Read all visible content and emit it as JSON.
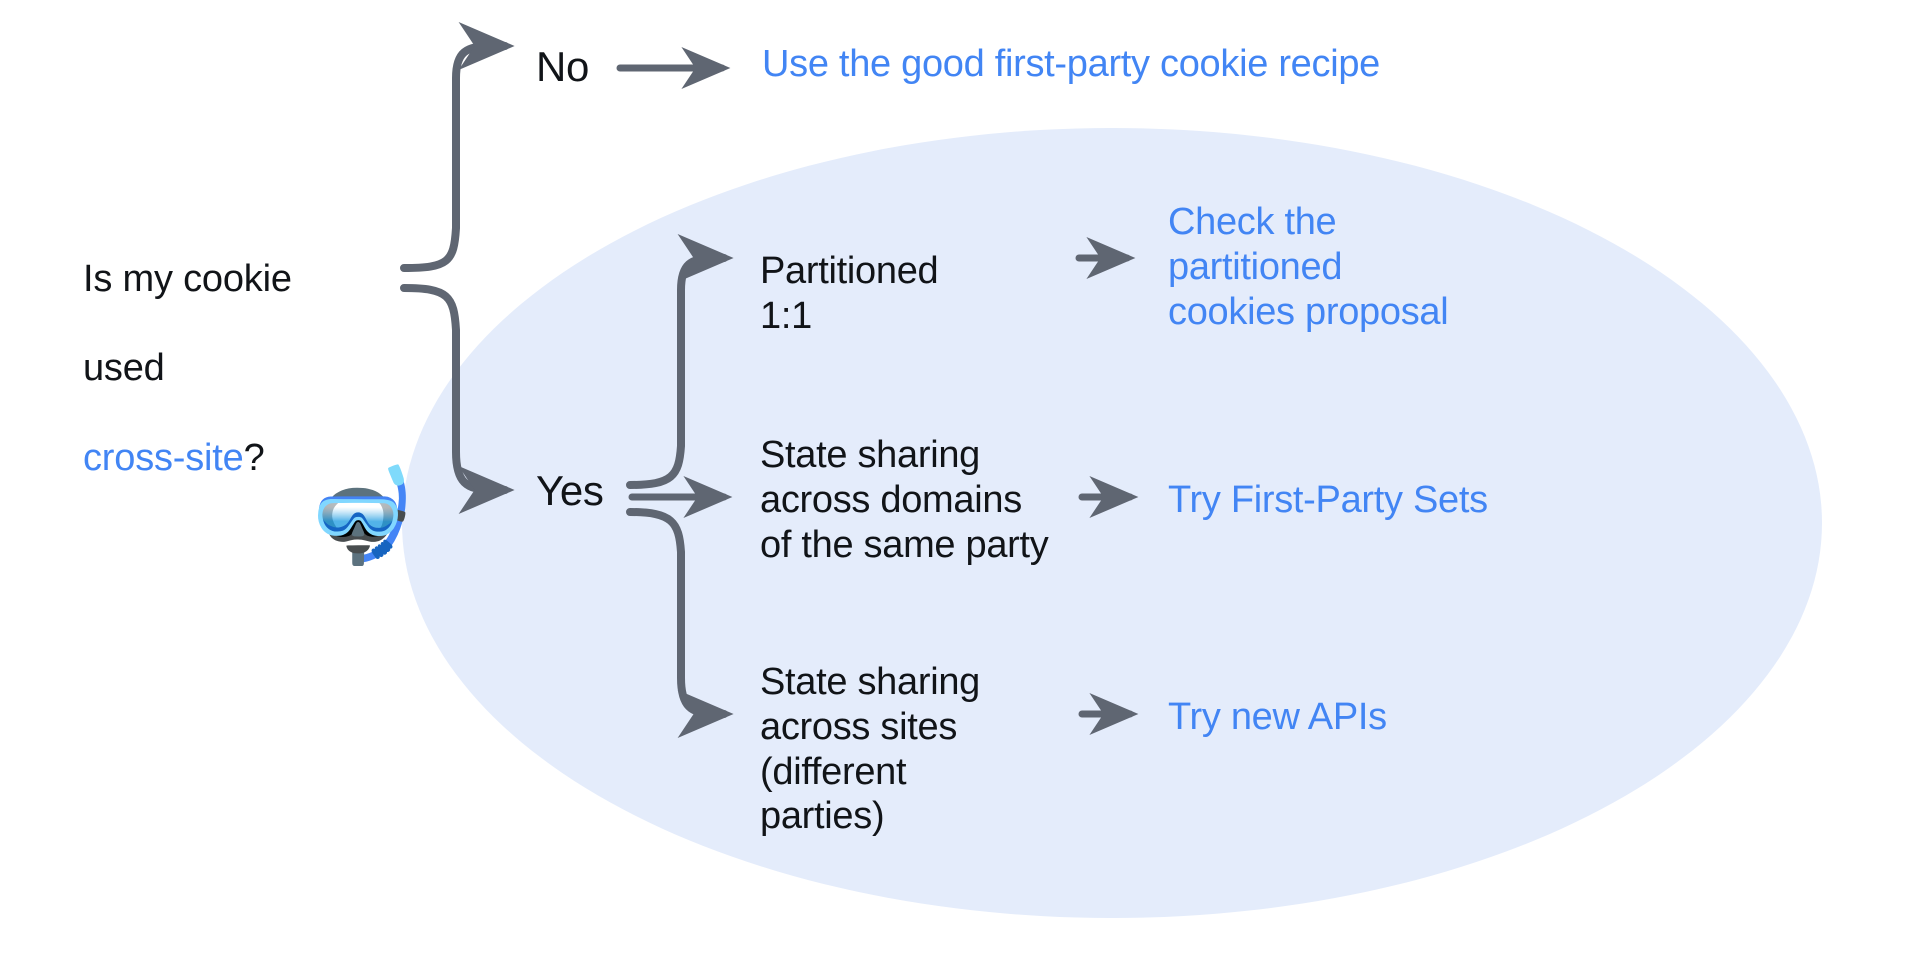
{
  "diagram": {
    "title_question": {
      "line1": "Is my cookie",
      "line2": "used ",
      "highlight": "cross-site",
      "suffix": "?"
    },
    "colors": {
      "accent_blue": "#4285F4",
      "ellipse_fill": "#E4ECFB",
      "arrow_gray": "#5F6672",
      "text_dark": "#111418",
      "background": "#FFFFFF"
    },
    "decoration": {
      "mask_icon": "🤿",
      "mask_icon_name": "diving-mask-emoji"
    },
    "branches": [
      {
        "id": "no",
        "label": "No",
        "outcome": "Use the good first-party cookie recipe",
        "inside_ellipse": false
      },
      {
        "id": "yes",
        "label": "Yes",
        "inside_ellipse": true,
        "children": [
          {
            "id": "partitioned",
            "condition": "Partitioned\n1:1",
            "outcome": "Check the\npartitioned\ncookies proposal"
          },
          {
            "id": "state-sharing-domains",
            "condition": "State sharing\nacross domains\nof the same party",
            "outcome": "Try First-Party Sets"
          },
          {
            "id": "state-sharing-sites",
            "condition": "State sharing\nacross sites\n(different\nparties)",
            "outcome": "Try new APIs"
          }
        ]
      }
    ]
  },
  "chart_data": {
    "type": "diagram",
    "title": "Cookie decision flowchart",
    "nodes": [
      {
        "id": "q",
        "text": "Is my cookie used cross-site?",
        "kind": "question"
      },
      {
        "id": "no",
        "text": "No",
        "kind": "branch"
      },
      {
        "id": "yes",
        "text": "Yes",
        "kind": "branch"
      },
      {
        "id": "o1",
        "text": "Use the good first-party cookie recipe",
        "kind": "outcome"
      },
      {
        "id": "c1",
        "text": "Partitioned 1:1",
        "kind": "condition"
      },
      {
        "id": "o2",
        "text": "Check the partitioned cookies proposal",
        "kind": "outcome"
      },
      {
        "id": "c2",
        "text": "State sharing across domains of the same party",
        "kind": "condition"
      },
      {
        "id": "o3",
        "text": "Try First-Party Sets",
        "kind": "outcome"
      },
      {
        "id": "c3",
        "text": "State sharing across sites (different parties)",
        "kind": "condition"
      },
      {
        "id": "o4",
        "text": "Try new APIs",
        "kind": "outcome"
      }
    ],
    "edges": [
      {
        "from": "q",
        "to": "no"
      },
      {
        "from": "no",
        "to": "o1"
      },
      {
        "from": "q",
        "to": "yes"
      },
      {
        "from": "yes",
        "to": "c1"
      },
      {
        "from": "c1",
        "to": "o2"
      },
      {
        "from": "yes",
        "to": "c2"
      },
      {
        "from": "c2",
        "to": "o3"
      },
      {
        "from": "yes",
        "to": "c3"
      },
      {
        "from": "c3",
        "to": "o4"
      }
    ]
  }
}
